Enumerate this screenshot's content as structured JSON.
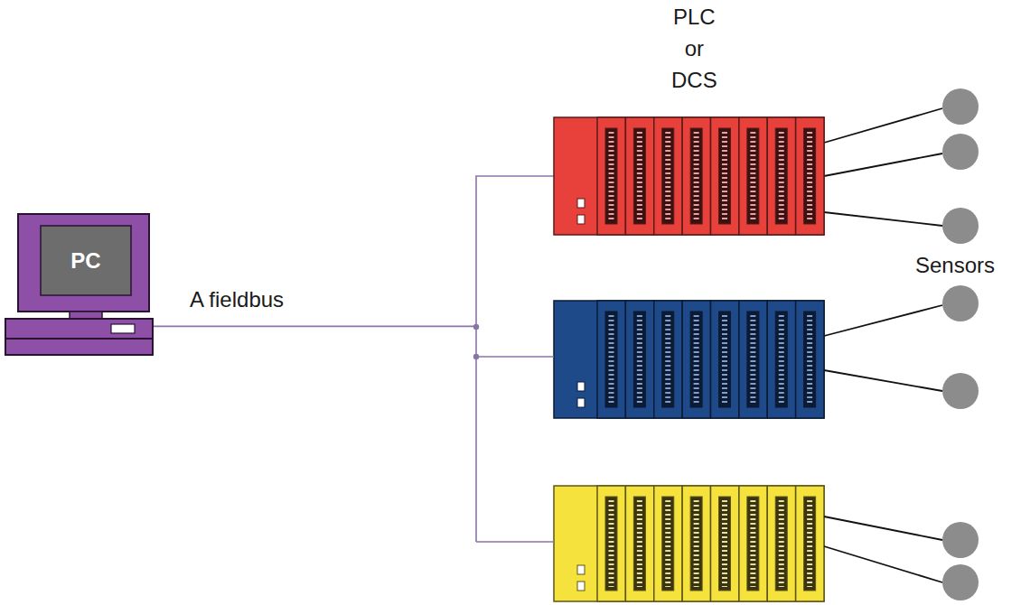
{
  "diagram": {
    "nodes": [
      {
        "text": [
          "PC"
        ]
      },
      {
        "text": [
          "PLC or DCS"
        ]
      }
    ],
    "edges": [
      {
        "from": 0,
        "to": 1,
        "arrow": "none",
        "label": "A fieldbus"
      }
    ],
    "labels": [
      "Sensors"
    ]
  }
}
